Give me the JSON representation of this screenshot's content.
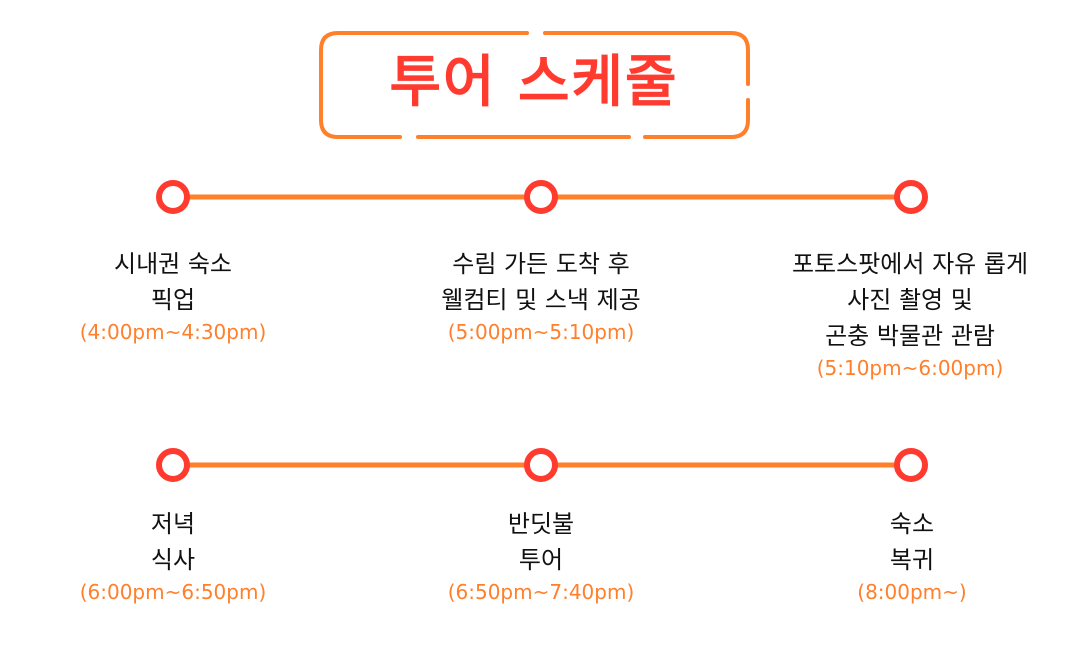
{
  "title": "투어 스케줄",
  "colors": {
    "accent": "#ff7f2a",
    "title": "#ff3b30",
    "marker": "#ff3b30"
  },
  "schedule": [
    {
      "text": "시내권 숙소\n픽업",
      "time": "(4:00pm~4:30pm)"
    },
    {
      "text": "수림 가든 도착 후\n웰컴티 및 스낵 제공",
      "time": "(5:00pm~5:10pm)"
    },
    {
      "text": "포토스팟에서 자유 롭게\n사진 촬영 및\n곤충 박물관 관람",
      "time": "(5:10pm~6:00pm)"
    },
    {
      "text": "저녁\n식사",
      "time": "(6:00pm~6:50pm)"
    },
    {
      "text": "반딧불\n투어",
      "time": "(6:50pm~7:40pm)"
    },
    {
      "text": "숙소\n복귀",
      "time": "(8:00pm~)"
    }
  ]
}
